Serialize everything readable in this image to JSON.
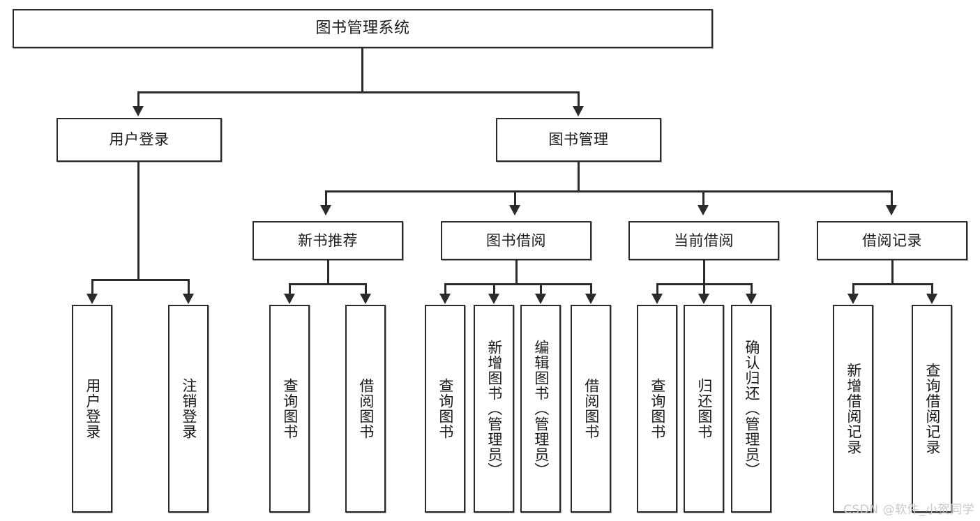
{
  "diagram": {
    "title": "图书管理系统",
    "type": "tree-hierarchy-chart",
    "watermark": "CSDN @软件_小贺同学",
    "colors": {
      "box_border": "#2b2b2b",
      "box_fill": "#ffffff",
      "line": "#2b2b2b",
      "text": "#1a1a1a",
      "watermark": "#c9c9c9",
      "background": "#ffffff"
    },
    "nodes": {
      "root": {
        "label": "图书管理系统"
      },
      "level2": [
        {
          "id": "user-login",
          "label": "用户登录"
        },
        {
          "id": "book-management",
          "label": "图书管理"
        }
      ],
      "level3": [
        {
          "id": "new-book-recommend",
          "label": "新书推荐"
        },
        {
          "id": "book-borrow",
          "label": "图书借阅"
        },
        {
          "id": "current-borrow",
          "label": "当前借阅"
        },
        {
          "id": "borrow-record",
          "label": "借阅记录"
        }
      ],
      "leaves": [
        {
          "id": "leaf-user-login",
          "label": "用户登录",
          "parent": "user-login"
        },
        {
          "id": "leaf-logout-login",
          "label": "注销登录",
          "parent": "user-login"
        },
        {
          "id": "leaf-query-book-1",
          "label": "查询图书",
          "parent": "new-book-recommend"
        },
        {
          "id": "leaf-borrow-book-1",
          "label": "借阅图书",
          "parent": "new-book-recommend"
        },
        {
          "id": "leaf-query-book-2",
          "label": "查询图书",
          "parent": "book-borrow"
        },
        {
          "id": "leaf-add-book",
          "label": "新增图书（管理员）",
          "parent": "book-borrow"
        },
        {
          "id": "leaf-edit-book",
          "label": "编辑图书（管理员）",
          "parent": "book-borrow"
        },
        {
          "id": "leaf-borrow-book-2",
          "label": "借阅图书",
          "parent": "book-borrow"
        },
        {
          "id": "leaf-query-book-3",
          "label": "查询图书",
          "parent": "current-borrow"
        },
        {
          "id": "leaf-return-book",
          "label": "归还图书",
          "parent": "current-borrow"
        },
        {
          "id": "leaf-confirm-return",
          "label": "确认归还（管理员）",
          "parent": "current-borrow"
        },
        {
          "id": "leaf-add-record",
          "label": "新增借阅记录",
          "parent": "borrow-record"
        },
        {
          "id": "leaf-query-record",
          "label": "查询借阅记录",
          "parent": "borrow-record"
        }
      ]
    }
  }
}
